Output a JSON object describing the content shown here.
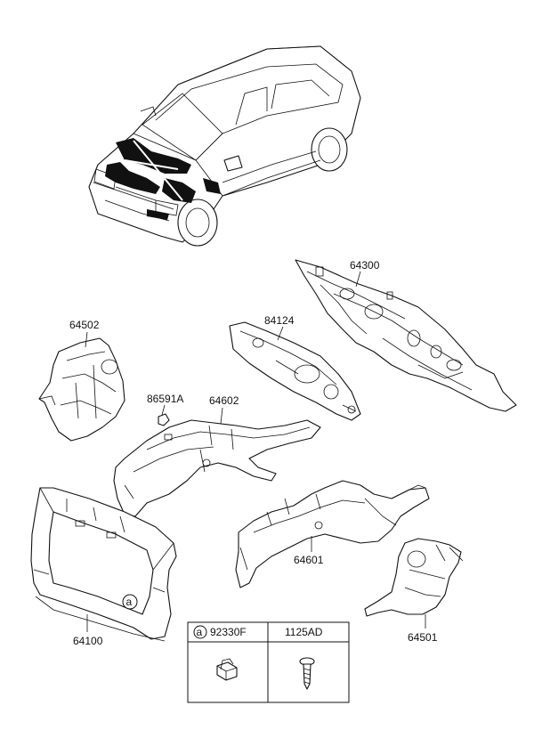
{
  "callouts": {
    "p64300": "64300",
    "p84124": "84124",
    "p64502": "64502",
    "p86591A": "86591A",
    "p64602": "64602",
    "p64601": "64601",
    "p64100": "64100",
    "p64501": "64501"
  },
  "ref_marker": "a",
  "legend": {
    "marker": "a",
    "col1_part": "92330F",
    "col2_part": "1125AD"
  }
}
